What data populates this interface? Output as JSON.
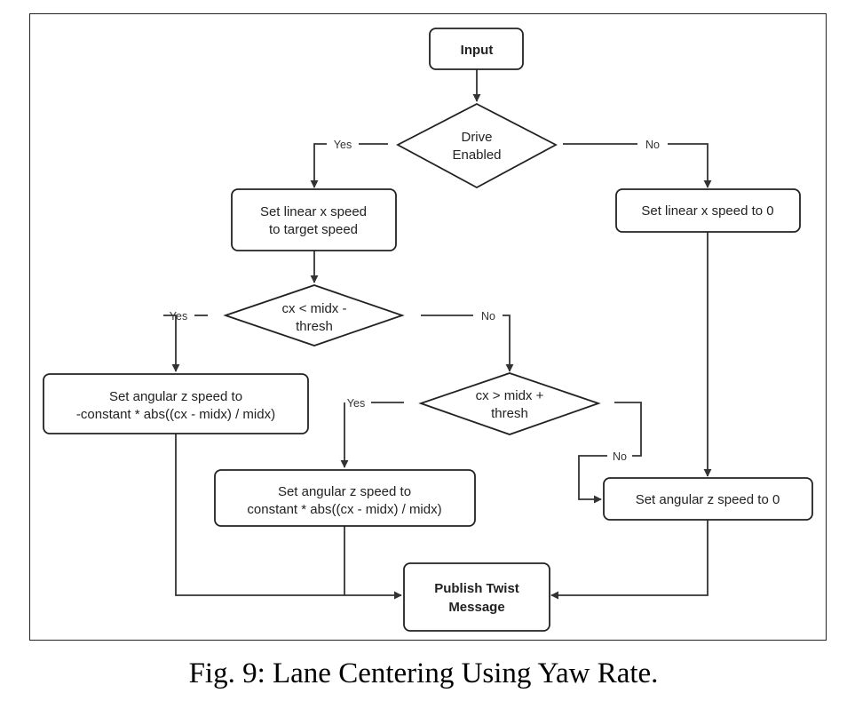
{
  "nodes": {
    "input": "Input",
    "drive_enabled": [
      "Drive",
      "Enabled"
    ],
    "set_linear_target": [
      "Set linear x speed",
      "to target speed"
    ],
    "set_linear_zero": "Set linear x speed to 0",
    "cx_less": [
      "cx < midx -",
      "thresh"
    ],
    "cx_greater": [
      "cx > midx +",
      "thresh"
    ],
    "set_angular_neg": [
      "Set angular z speed to",
      "-constant * abs((cx - midx) / midx)"
    ],
    "set_angular_pos": [
      "Set angular z speed to",
      "constant * abs((cx - midx) / midx)"
    ],
    "set_angular_zero": "Set angular z speed to 0",
    "publish": [
      "Publish Twist",
      "Message"
    ]
  },
  "edges": {
    "drive_yes": "Yes",
    "drive_no": "No",
    "less_yes": "Yes",
    "less_no": "No",
    "greater_yes": "Yes",
    "greater_no": "No"
  },
  "caption": "Fig. 9: Lane Centering Using Yaw Rate."
}
